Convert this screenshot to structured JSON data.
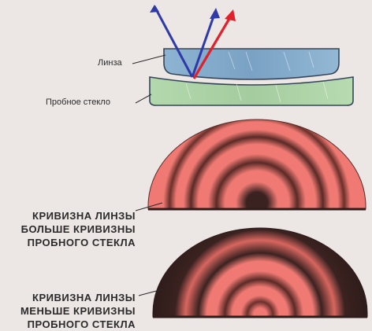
{
  "top_diagram": {
    "lens_label": "Линза",
    "test_glass_label": "Пробное стекло"
  },
  "panels": [
    {
      "caption_lines": [
        "КРИВИЗНА ЛИНЗЫ",
        "БОЛЬШЕ КРИВИЗНЫ",
        "ПРОБНОГО СТЕКЛА"
      ]
    },
    {
      "caption_lines": [
        "КРИВИЗНА ЛИНЗЫ",
        "МЕНЬШЕ КРИВИЗНЫ",
        "ПРОБНОГО СТЕКЛА"
      ]
    }
  ],
  "colors": {
    "background": "#ece6e5",
    "lens": "#7fa7c8",
    "test_glass": "#a9d1a4",
    "ray_blue": "#2f3aa8",
    "ray_red": "#e0202a",
    "fringe_light": "#f07a73",
    "fringe_dark": "#3a2220"
  }
}
